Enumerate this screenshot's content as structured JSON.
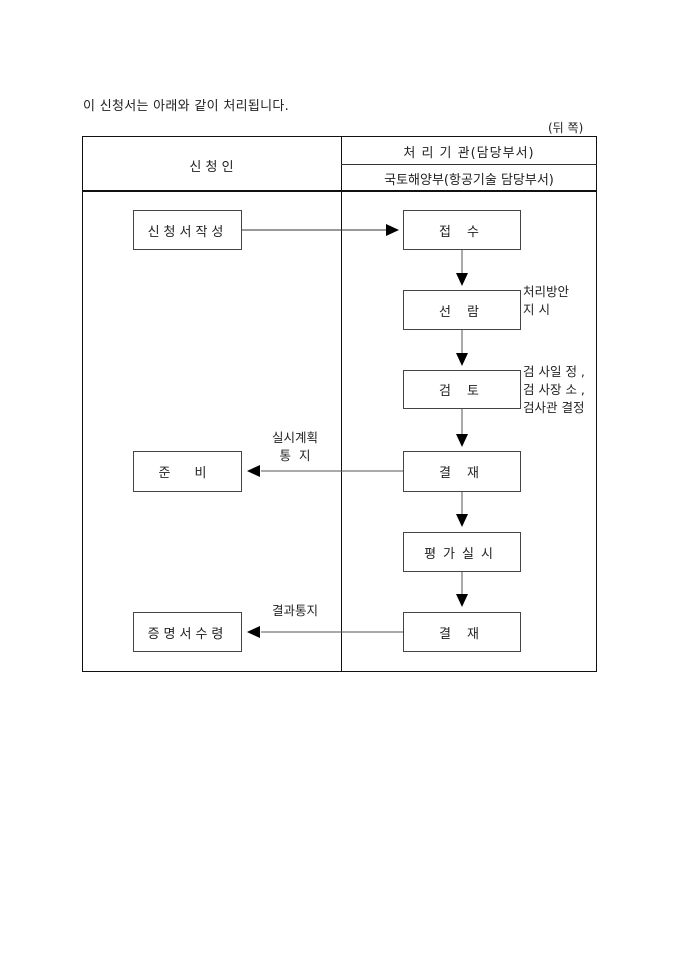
{
  "intro_text": "이 신청서는 아래와 같이 처리됩니다.",
  "side_label": "(뒤 쪽)",
  "table": {
    "applicant_header": "신 청 인",
    "agency_header": "처 리 기 관(담당부서)",
    "agency_sub_header": "국토해양부(항공기술 담당부서)"
  },
  "flow": {
    "applicant_steps": [
      {
        "label": "신청서작성"
      },
      {
        "label": "준 비"
      },
      {
        "label": "증명서수령"
      }
    ],
    "agency_steps": [
      {
        "label": "접 수"
      },
      {
        "label": "선 람"
      },
      {
        "label": "검 토"
      },
      {
        "label": "결 재"
      },
      {
        "label": "평가실시"
      },
      {
        "label": "결 재"
      }
    ],
    "notes": {
      "review_direction": "처리방안\n지 시",
      "inspection": "검 사일 정 ,\n검 사장 소 ,\n검사관 결정",
      "plan_notice": "실시계획\n통  지",
      "result_notice": "결과통지"
    }
  }
}
